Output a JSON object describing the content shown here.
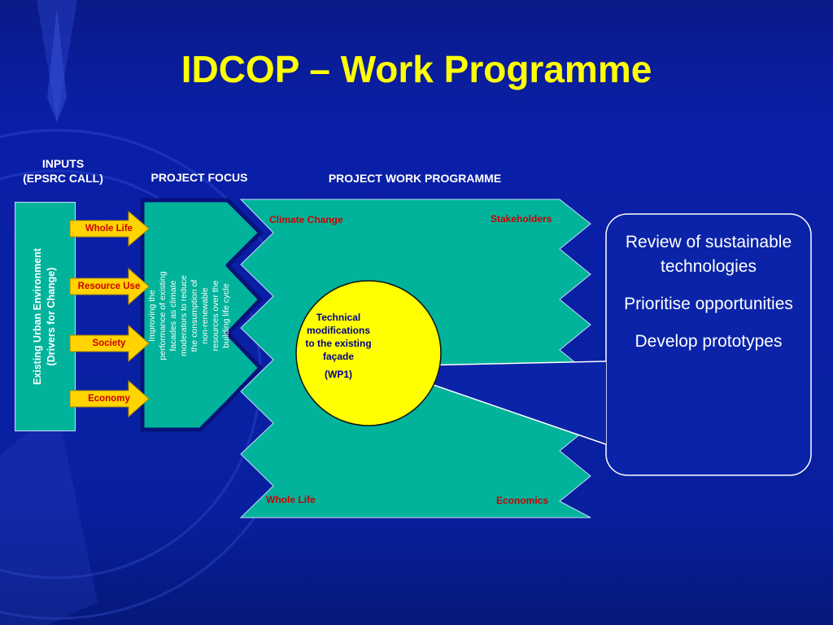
{
  "title": "IDCOP – Work Programme",
  "headers": {
    "inputs_line1": "INPUTS",
    "inputs_line2": "(EPSRC CALL)",
    "project_focus": "PROJECT FOCUS",
    "project_work_programme": "PROJECT WORK PROGRAMME"
  },
  "drivers": {
    "line1": "Existing Urban Environment",
    "line2": "(Drivers for Change)"
  },
  "input_arrows": [
    "Whole Life",
    "Resource Use",
    "Society",
    "Economy"
  ],
  "focus_text": "Improving the performance of existing facades as climate moderators to reduce the consumption of non-renewable resources over the building life cycle",
  "programme_labels": {
    "top_left": "Climate Change",
    "top_right": "Stakeholders",
    "bottom_left": "Whole Life",
    "bottom_right": "Economics"
  },
  "circle": {
    "line1": "Technical",
    "line2": "modifications",
    "line3": "to the existing",
    "line4": "façade",
    "wp": "(WP1)"
  },
  "callout": {
    "item1": "Review of sustainable technologies",
    "item2": "Prioritise opportunities",
    "item3": "Develop prototypes"
  },
  "colors": {
    "background": "#0a1fa8",
    "title": "#ffff00",
    "teal": "#00b39a",
    "arrow": "#ffd400",
    "circle": "#ffff00",
    "label_red": "#cc0000"
  }
}
